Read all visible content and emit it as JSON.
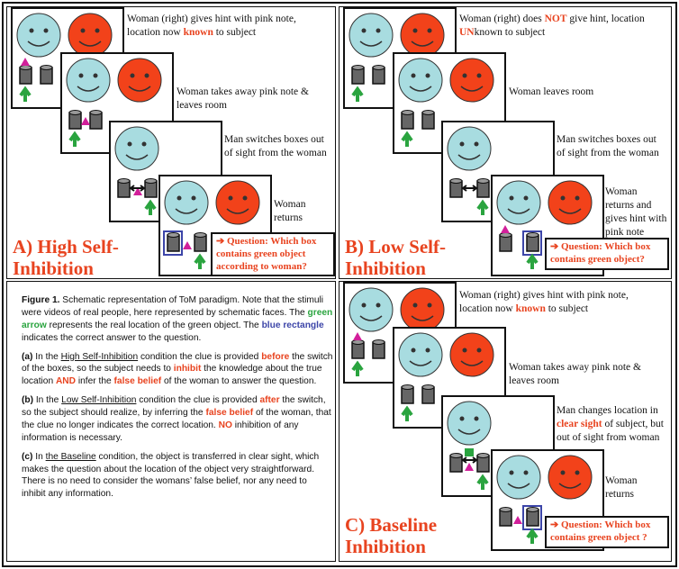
{
  "colors": {
    "accent": "#e8431f",
    "green_arrow": "#2aa43f",
    "blue_rect": "#3c45a8",
    "pink": "#d21f9a",
    "face_blue": "#a8dce0",
    "face_red": "#f2421a"
  },
  "panelA": {
    "cap1_pre": "Woman (right) gives hint with pink note, location now ",
    "cap1_key": "known",
    "cap1_post": " to subject",
    "cap2": "Woman takes away pink note & leaves room",
    "cap3": "Man switches boxes out of sight from the woman",
    "cap4": "Woman returns",
    "title": "A) High Self-Inhibition",
    "question": "➔ Question: Which box contains green object according to woman?"
  },
  "panelB": {
    "cap1_a": "Woman (right) does ",
    "cap1_not": "NOT",
    "cap1_b": " give hint, location ",
    "cap1_un": "UN",
    "cap1_c": "known to subject",
    "cap2": "Woman leaves room",
    "cap3": "Man switches boxes out of sight from the woman",
    "cap4": "Woman returns and gives hint with pink note",
    "title": "B) Low Self-Inhibition",
    "question": "➔ Question: Which box contains green object?"
  },
  "panelC": {
    "cap1_pre": "Woman (right) gives hint with pink note, location now ",
    "cap1_key": "known",
    "cap1_post": " to subject",
    "cap2": "Woman takes away pink note & leaves room",
    "cap3_a": "Man changes location in ",
    "cap3_key": "clear sight",
    "cap3_b": " of subject, but out of sight from woman",
    "cap4": "Woman returns",
    "title": "C) Baseline Inhibition",
    "question": "➔ Question: Which box contains green object ?"
  },
  "figure": {
    "label": "Figure 1.",
    "intro": " Schematic representation of ToM paradigm. Note that the stimuli were videos of real people, here represented by schematic faces. The ",
    "green_arrow": "green arrow",
    "intro2": " represents the real location of the green object. The ",
    "blue_rect": "blue rectangle",
    "intro3": " indicates the correct answer to the question.",
    "a_label": "(a)",
    "a_1": " In the ",
    "a_cond": "High Self-Inhibition",
    "a_2": " condition the clue is provided ",
    "a_before": "before",
    "a_3": " the switch of the boxes, so the subject needs to ",
    "a_inhibit": "inhibit",
    "a_4": " the knowledge about the true location ",
    "a_and": "AND",
    "a_5": " infer the ",
    "a_fb": "false belief",
    "a_6": " of the woman to answer the question.",
    "b_label": "(b)",
    "b_1": " In the ",
    "b_cond": "Low Self-Inhibition",
    "b_2": " condition the clue is provided ",
    "b_after": "after",
    "b_3": " the switch, so the subject should realize, by inferring the ",
    "b_fb": "false belief",
    "b_4": " of the woman, that the clue no longer indicates the correct location. ",
    "b_no": "NO",
    "b_5": " inhibition of any information is necessary.",
    "c_label": "(c)",
    "c_1": " In ",
    "c_cond": "the Baseline",
    "c_2": " condition, the object is transferred in clear sight, which makes the question about the location of the object very straightforward. There is no need to consider the womans’ false belief, nor any need to inhibit any information."
  }
}
